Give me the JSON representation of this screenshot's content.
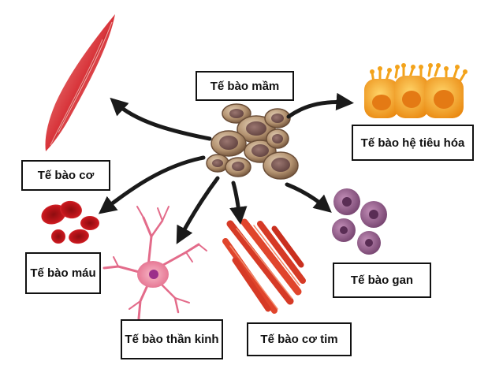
{
  "labels": {
    "stem": "Tế bào mầm",
    "muscle": "Tế bào cơ",
    "digestive": "Tế bào hệ tiêu hóa",
    "blood": "Tế bào máu",
    "liver": "Tế bào gan",
    "neuron": "Tế bào thần kinh",
    "cardiac": "Tế bào cơ tim"
  },
  "colors": {
    "arrow": "#1a1a1a",
    "stem_fill": "#a88a6c",
    "stem_nucleus": "#7a5a52",
    "muscle": "#d8343a",
    "digestive": "#f3a31b",
    "blood": "#c4161c",
    "liver": "#8e5a86",
    "neuron": "#e36b8a",
    "cardiac": "#d63a26"
  }
}
